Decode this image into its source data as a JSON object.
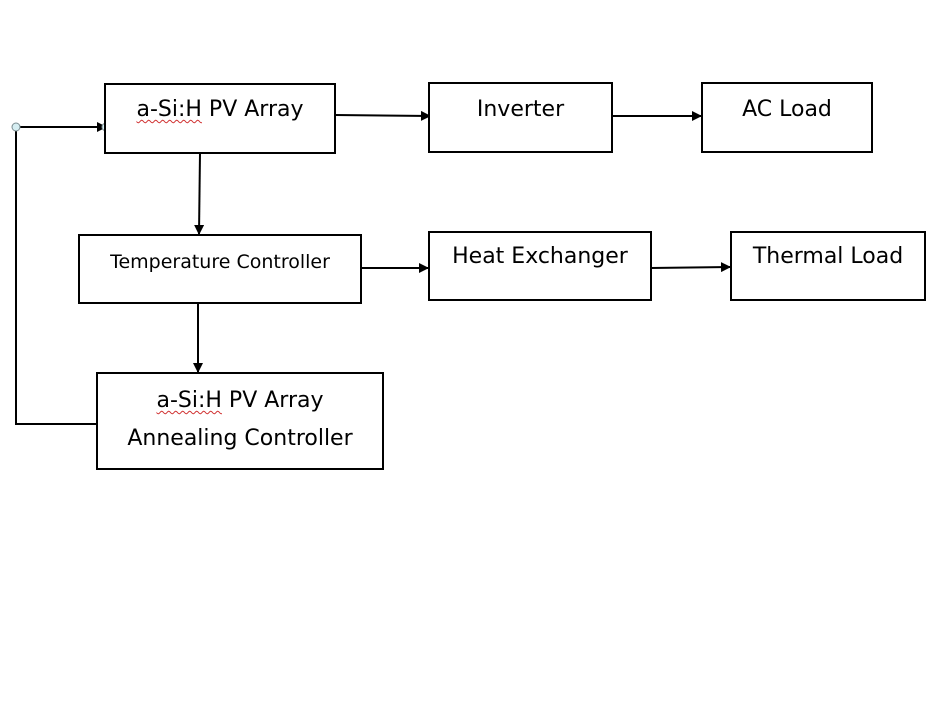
{
  "diagram": {
    "nodes": [
      {
        "id": "pv_array",
        "label_prefix": "a-Si:H",
        "label_rest": " PV Array"
      },
      {
        "id": "inverter",
        "label": "Inverter"
      },
      {
        "id": "ac_load",
        "label": "AC Load"
      },
      {
        "id": "temp_controller",
        "label": "Temperature Controller"
      },
      {
        "id": "heat_exchanger",
        "label": "Heat Exchanger"
      },
      {
        "id": "thermal_load",
        "label": "Thermal Load"
      },
      {
        "id": "annealing_controller",
        "label_line1_prefix": "a-Si:H",
        "label_line1_rest": " PV Array",
        "label_line2": "Annealing Controller"
      }
    ],
    "edges": [
      {
        "from": "pv_array",
        "to": "inverter"
      },
      {
        "from": "inverter",
        "to": "ac_load"
      },
      {
        "from": "pv_array",
        "to": "temp_controller"
      },
      {
        "from": "temp_controller",
        "to": "heat_exchanger"
      },
      {
        "from": "heat_exchanger",
        "to": "thermal_load"
      },
      {
        "from": "temp_controller",
        "to": "annealing_controller"
      },
      {
        "from": "annealing_controller",
        "to": "pv_array",
        "type": "feedback"
      }
    ],
    "colors": {
      "stroke": "#000000",
      "spellcheck": "#d03030",
      "connector_handle": "#d6eef2"
    }
  }
}
